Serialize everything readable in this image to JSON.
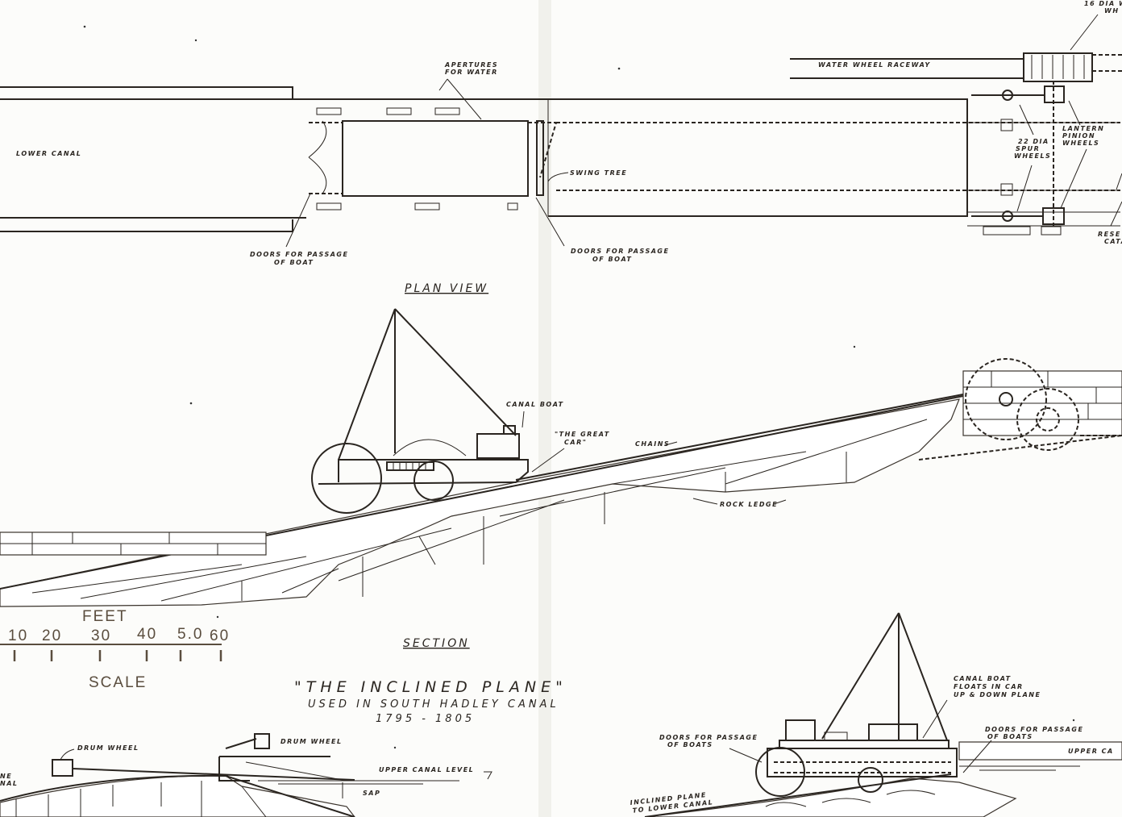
{
  "plan_view": {
    "title": "PLAN VIEW",
    "lower_canal": "LOWER CANAL",
    "apertures": [
      "APERTURES",
      "FOR WATER"
    ],
    "swing_tree": "SWING TREE",
    "doors_left": [
      "DOORS FOR PASSAGE",
      "OF BOAT"
    ],
    "doors_right": [
      "DOORS FOR PASSAGE",
      "OF BOAT"
    ],
    "water_wheel_raceway": "WATER WHEEL RACEWAY",
    "water_wheel": [
      "16 DIA W",
      "WH"
    ],
    "spur_wheels": [
      "22 DIA",
      "SPUR",
      "WHEELS"
    ],
    "lantern_wheels": [
      "LANTERN",
      "PINION",
      "WHEELS"
    ],
    "reservoir": [
      "RESE",
      "CATA"
    ]
  },
  "section": {
    "title": "SECTION",
    "canal_boat": "CANAL BOAT",
    "great_car": [
      "\"THE GREAT",
      "CAR\""
    ],
    "chains": "CHAINS",
    "rock_ledge": "ROCK LEDGE"
  },
  "scale": {
    "feet": "FEET",
    "ticks": [
      "10",
      "20",
      "30",
      "40",
      "5.0",
      "60"
    ],
    "label": "SCALE"
  },
  "title": {
    "main": "\"THE INCLINED PLANE\"",
    "subtitle": "USED IN SOUTH HADLEY CANAL",
    "years": "1795 - 1805"
  },
  "detail_left": {
    "cut_label": [
      "NE",
      "NAL"
    ],
    "drum_wheel_1": "DRUM WHEEL",
    "drum_wheel_2": "DRUM WHEEL",
    "upper_canal_level": "UPPER CANAL LEVEL",
    "sap": "SAP"
  },
  "detail_right": {
    "boat_note": [
      "CANAL BOAT",
      "FLOATS IN CAR",
      "UP & DOWN PLANE"
    ],
    "doors_left": [
      "DOORS FOR PASSAGE",
      "OF BOATS"
    ],
    "doors_right": [
      "DOORS FOR PASSAGE",
      "OF BOATS"
    ],
    "upper_canal": "UPPER CA",
    "inclined_plane": [
      "INCLINED PLANE",
      "TO LOWER CANAL"
    ]
  }
}
